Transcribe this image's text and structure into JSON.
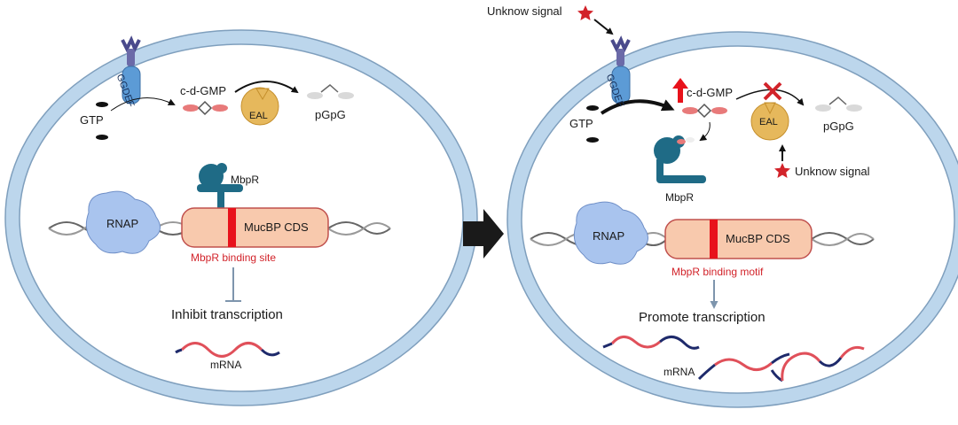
{
  "left_cell": {
    "gtp": "GTP",
    "cdgmp": "c-d-GMP",
    "eal": "EAL",
    "pgpg": "pGpG",
    "gdef": "GGDEF",
    "mbpr": "MbpR",
    "rnap": "RNAP",
    "cds": "MucBP CDS",
    "site": "MbpR binding site",
    "outcome": "Inhibit transcription",
    "mrna": "mRNA"
  },
  "right_cell": {
    "signal_top": "Unknow signal",
    "signal_bottom": "Unknow signal",
    "gtp": "GTP",
    "cdgmp": "c-d-GMP",
    "eal": "EAL",
    "pgpg": "pGpG",
    "gdef": "GGDEF",
    "mbpr": "MbpR",
    "rnap": "RNAP",
    "cds": "MucBP CDS",
    "site": "MbpR binding motif",
    "outcome": "Promote transcription",
    "mrna": "mRNA"
  },
  "colors": {
    "membrane": "#b9d4ea",
    "membrane_edge": "#7f9fbd",
    "cds_fill": "#f8c9ad",
    "cds_edge": "#c0504d",
    "binding": "#e8121b",
    "rnap": "#a9c4ee",
    "mbpr": "#1f6b86",
    "eal": "#e6b85c",
    "gdef": "#5c9bd6",
    "star": "#d2232a",
    "mrna_red": "#e0505a",
    "mrna_blue": "#1e2a6b",
    "inhibit": "#7e95ad"
  }
}
